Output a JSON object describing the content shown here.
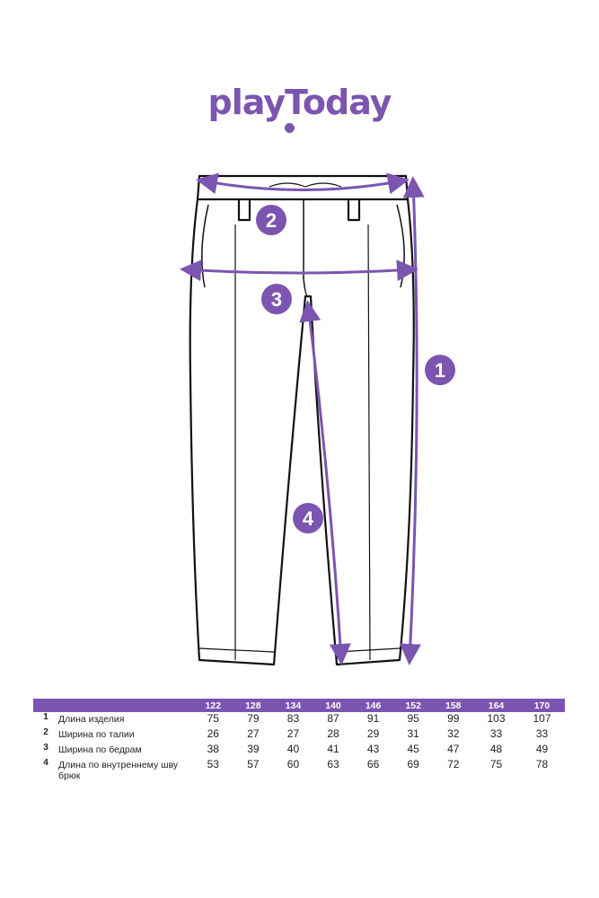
{
  "brand": {
    "logo_text": "playToday",
    "color": "#7b55b0"
  },
  "diagram": {
    "badges": [
      "1",
      "2",
      "3",
      "4"
    ]
  },
  "size_table": {
    "sizes": [
      "122",
      "128",
      "134",
      "140",
      "146",
      "152",
      "158",
      "164",
      "170"
    ],
    "rows": [
      {
        "num": "1",
        "label": "Длина изделия",
        "values": [
          "75",
          "79",
          "83",
          "87",
          "91",
          "95",
          "99",
          "103",
          "107"
        ]
      },
      {
        "num": "2",
        "label": "Ширина по талии",
        "values": [
          "26",
          "27",
          "27",
          "28",
          "29",
          "31",
          "32",
          "33",
          "33"
        ]
      },
      {
        "num": "3",
        "label": "Ширина по бедрам",
        "values": [
          "38",
          "39",
          "40",
          "41",
          "43",
          "45",
          "47",
          "48",
          "49"
        ]
      },
      {
        "num": "4",
        "label": "Длина по внутреннему шву брюк",
        "values": [
          "53",
          "57",
          "60",
          "63",
          "66",
          "69",
          "72",
          "75",
          "78"
        ]
      }
    ]
  }
}
